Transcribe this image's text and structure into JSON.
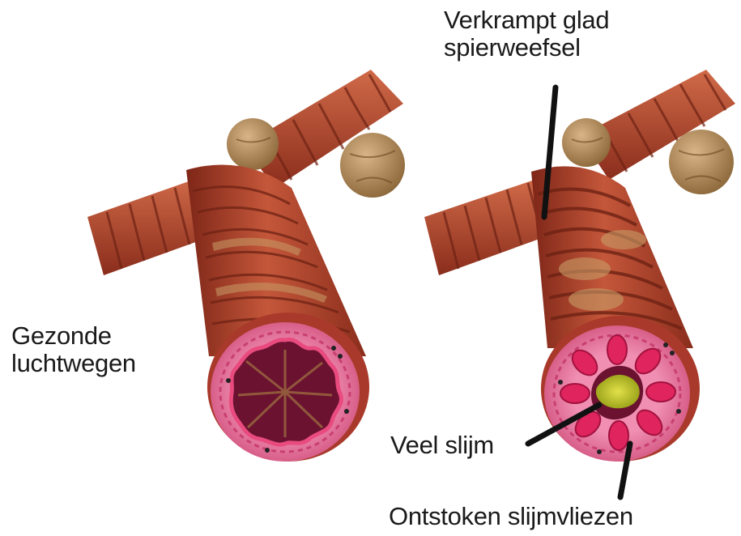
{
  "labels": {
    "healthy_airway": {
      "line1": "Gezonde",
      "line2": "luchtwegen"
    },
    "constricted_muscle": {
      "line1": "Verkrampt glad",
      "line2": "spierweefsel"
    },
    "much_mucus": "Veel slijm",
    "inflamed_mucosa": "Ontstoken slijmvliezen"
  },
  "colors": {
    "muscle": "#b5452f",
    "muscle_dark": "#7e2618",
    "cartilage": "#b08a5a",
    "mucosa": "#e66a96",
    "lumen": "#6b1230",
    "mucus": "#c7c62a",
    "leader_line": "#111111"
  }
}
